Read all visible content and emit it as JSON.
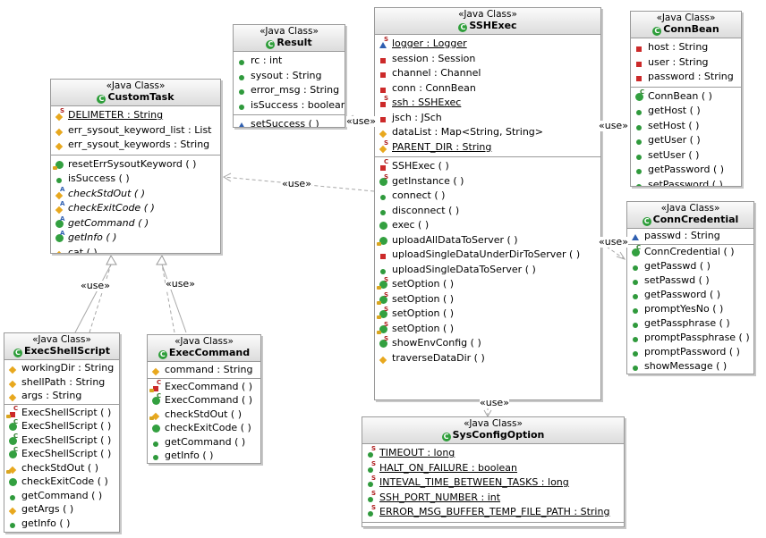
{
  "stereotype": "«Java Class»",
  "use_label": "«use»",
  "classes": {
    "customtask": {
      "name": "CustomTask",
      "attrs": [
        {
          "text": "DELIMETER : String"
        },
        {
          "text": "err_sysout_keyword_list : List"
        },
        {
          "text": "err_sysout_keywords : String"
        }
      ],
      "ops": [
        {
          "text": "resetErrSysoutKeyword ( )"
        },
        {
          "text": "isSuccess ( )"
        },
        {
          "text": "checkStdOut ( )"
        },
        {
          "text": "checkExitCode ( )"
        },
        {
          "text": "getCommand ( )"
        },
        {
          "text": "getInfo ( )"
        },
        {
          "text": "cat ( )"
        }
      ]
    },
    "result": {
      "name": "Result",
      "attrs": [
        {
          "text": "rc : int"
        },
        {
          "text": "sysout : String"
        },
        {
          "text": "error_msg : String"
        },
        {
          "text": "isSuccess : boolean"
        }
      ],
      "ops": [
        {
          "text": "setSuccess ( )"
        }
      ]
    },
    "sshexec": {
      "name": "SSHExec",
      "attrs": [
        {
          "text": "logger : Logger"
        },
        {
          "text": "session : Session"
        },
        {
          "text": "channel : Channel"
        },
        {
          "text": "conn : ConnBean"
        },
        {
          "text": "ssh : SSHExec"
        },
        {
          "text": "jsch : JSch"
        },
        {
          "text": "dataList : Map<String, String>"
        },
        {
          "text": "PARENT_DIR : String"
        }
      ],
      "ops": [
        {
          "text": "SSHExec ( )"
        },
        {
          "text": "getInstance ( )"
        },
        {
          "text": "connect ( )"
        },
        {
          "text": "disconnect ( )"
        },
        {
          "text": "exec ( )"
        },
        {
          "text": "uploadAllDataToServer ( )"
        },
        {
          "text": "uploadSingleDataUnderDirToServer ( )"
        },
        {
          "text": "uploadSingleDataToServer ( )"
        },
        {
          "text": "setOption ( )"
        },
        {
          "text": "setOption ( )"
        },
        {
          "text": "setOption ( )"
        },
        {
          "text": "setOption ( )"
        },
        {
          "text": "showEnvConfig ( )"
        },
        {
          "text": "traverseDataDir ( )"
        }
      ]
    },
    "connbean": {
      "name": "ConnBean",
      "attrs": [
        {
          "text": "host : String"
        },
        {
          "text": "user : String"
        },
        {
          "text": "password : String"
        }
      ],
      "ops": [
        {
          "text": "ConnBean ( )"
        },
        {
          "text": "getHost ( )"
        },
        {
          "text": "setHost ( )"
        },
        {
          "text": "getUser ( )"
        },
        {
          "text": "setUser ( )"
        },
        {
          "text": "getPassword ( )"
        },
        {
          "text": "setPassword ( )"
        }
      ]
    },
    "conncredential": {
      "name": "ConnCredential",
      "attrs": [
        {
          "text": "passwd : String"
        }
      ],
      "ops": [
        {
          "text": "ConnCredential ( )"
        },
        {
          "text": "getPasswd ( )"
        },
        {
          "text": "setPasswd ( )"
        },
        {
          "text": "getPassword ( )"
        },
        {
          "text": "promptYesNo ( )"
        },
        {
          "text": "getPassphrase ( )"
        },
        {
          "text": "promptPassphrase ( )"
        },
        {
          "text": "promptPassword ( )"
        },
        {
          "text": "showMessage ( )"
        }
      ]
    },
    "execshellscript": {
      "name": "ExecShellScript",
      "attrs": [
        {
          "text": "workingDir : String"
        },
        {
          "text": "shellPath : String"
        },
        {
          "text": "args : String"
        }
      ],
      "ops": [
        {
          "text": "ExecShellScript ( )"
        },
        {
          "text": "ExecShellScript ( )"
        },
        {
          "text": "ExecShellScript ( )"
        },
        {
          "text": "ExecShellScript ( )"
        },
        {
          "text": "checkStdOut ( )"
        },
        {
          "text": "checkExitCode ( )"
        },
        {
          "text": "getCommand ( )"
        },
        {
          "text": "getArgs ( )"
        },
        {
          "text": "getInfo ( )"
        }
      ]
    },
    "execcommand": {
      "name": "ExecCommand",
      "attrs": [
        {
          "text": "command : String"
        }
      ],
      "ops": [
        {
          "text": "ExecCommand ( )"
        },
        {
          "text": "ExecCommand ( )"
        },
        {
          "text": "checkStdOut ( )"
        },
        {
          "text": "checkExitCode ( )"
        },
        {
          "text": "getCommand ( )"
        },
        {
          "text": "getInfo ( )"
        }
      ]
    },
    "sysconfigoption": {
      "name": "SysConfigOption",
      "attrs": [
        {
          "text": "TIMEOUT : long"
        },
        {
          "text": "HALT_ON_FAILURE : boolean"
        },
        {
          "text": "INTEVAL_TIME_BETWEEN_TASKS : long"
        },
        {
          "text": "SSH_PORT_NUMBER : int"
        },
        {
          "text": "ERROR_MSG_BUFFER_TEMP_FILE_PATH : String"
        }
      ],
      "ops": []
    }
  }
}
